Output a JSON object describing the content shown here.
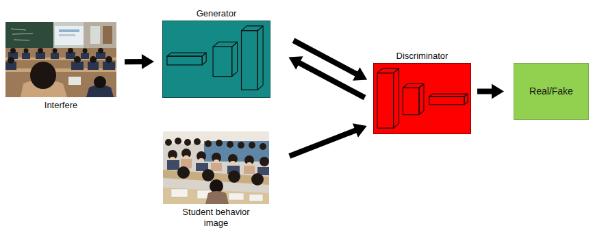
{
  "diagram": {
    "nodes": [
      {
        "text": [
          "Interfere"
        ]
      },
      {
        "text": [
          "Generator"
        ]
      },
      {
        "text": [
          "Discriminator"
        ]
      },
      {
        "text": [
          "Real/Fake"
        ]
      },
      {
        "text": [
          "Student behavior image"
        ]
      }
    ],
    "edges": [
      {
        "from": 0,
        "to": 1,
        "arrow": "to"
      },
      {
        "from": 1,
        "to": 2,
        "arrow": "to"
      },
      {
        "from": 2,
        "to": 1,
        "arrow": "to"
      },
      {
        "from": 4,
        "to": 2,
        "arrow": "to"
      },
      {
        "from": 2,
        "to": 3,
        "arrow": "to"
      }
    ]
  }
}
